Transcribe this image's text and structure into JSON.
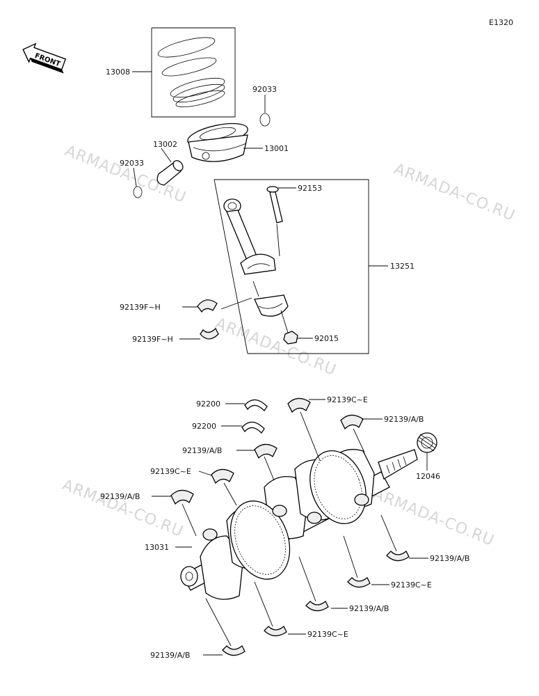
{
  "diagram_code": "E1320",
  "front_label": "FRONT",
  "watermark": "ARMADA-CO.RU",
  "labels": {
    "piston_ring_set": "13008",
    "piston_pin_clip_upper": "92033",
    "piston_pin": "13002",
    "piston": "13001",
    "piston_pin_clip_lower": "92033",
    "conrod_bolt": "92153",
    "conrod_assembly": "13251",
    "conrod_bearing_upper": "92139F~H",
    "conrod_bearing_lower": "92139F~H",
    "conrod_nut": "92015",
    "thrust_washer_upper": "92200",
    "thrust_washer_lower": "92200",
    "main_bearing_ce_top": "92139C~E",
    "main_bearing_ab_top_right": "92139/A/B",
    "main_bearing_ab_mid": "92139/A/B",
    "main_bearing_ce_left": "92139C~E",
    "main_bearing_ab_left": "92139/A/B",
    "needle_bearing": "12046",
    "crankshaft": "13031",
    "main_bearing_ab_right_low": "92139/A/B",
    "main_bearing_ce_right_low": "92139C~E",
    "main_bearing_ab_bottom_mid": "92139/A/B",
    "main_bearing_ce_bottom": "92139C~E",
    "main_bearing_ab_bottom_left": "92139/A/B"
  }
}
